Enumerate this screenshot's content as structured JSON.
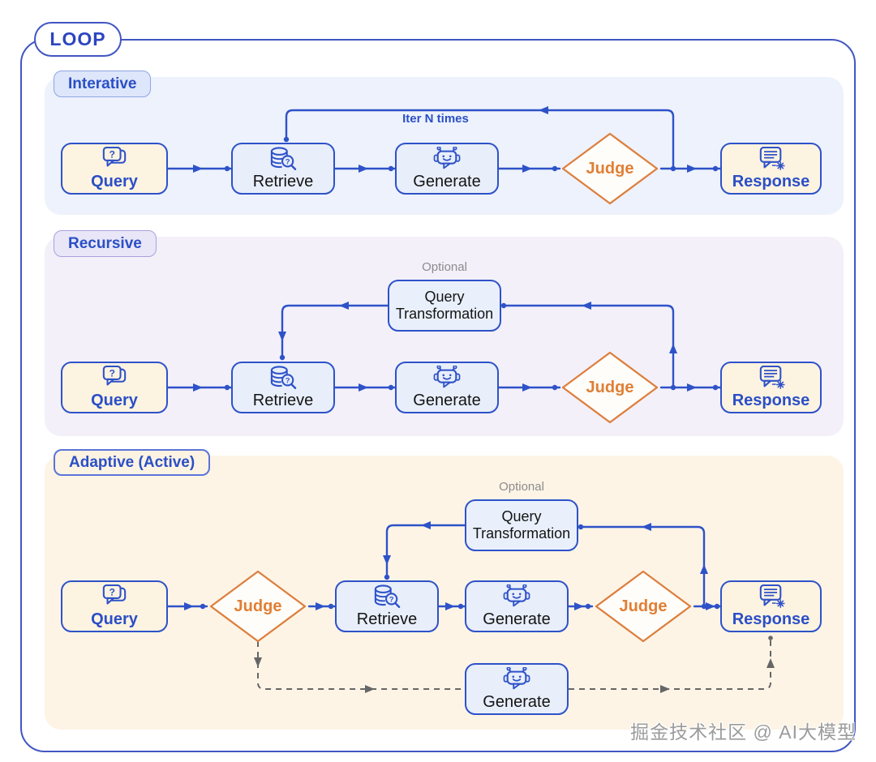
{
  "loop_label": "LOOP",
  "sections": [
    {
      "label": "Interative"
    },
    {
      "label": "Recursive"
    },
    {
      "label": "Adaptive (Active)"
    }
  ],
  "labels": {
    "query": "Query",
    "retrieve": "Retrieve",
    "generate": "Generate",
    "judge": "Judge",
    "response": "Response",
    "qt_line1": "Query",
    "qt_line2": "Transformation",
    "optional": "Optional",
    "iter_note": "Iter N times"
  },
  "watermark": "掘金技术社区 @ AI大模型",
  "colors": {
    "accent_blue": "#2e52c8",
    "judge_orange": "#dd7f3e",
    "cream_node": "#fdf3e1",
    "blue_node": "#e8eefa",
    "section_iterative": "#edf2fc",
    "section_recursive": "#f3f0fa",
    "section_adaptive": "#fdf4e6",
    "dashed_gray": "#666666"
  }
}
